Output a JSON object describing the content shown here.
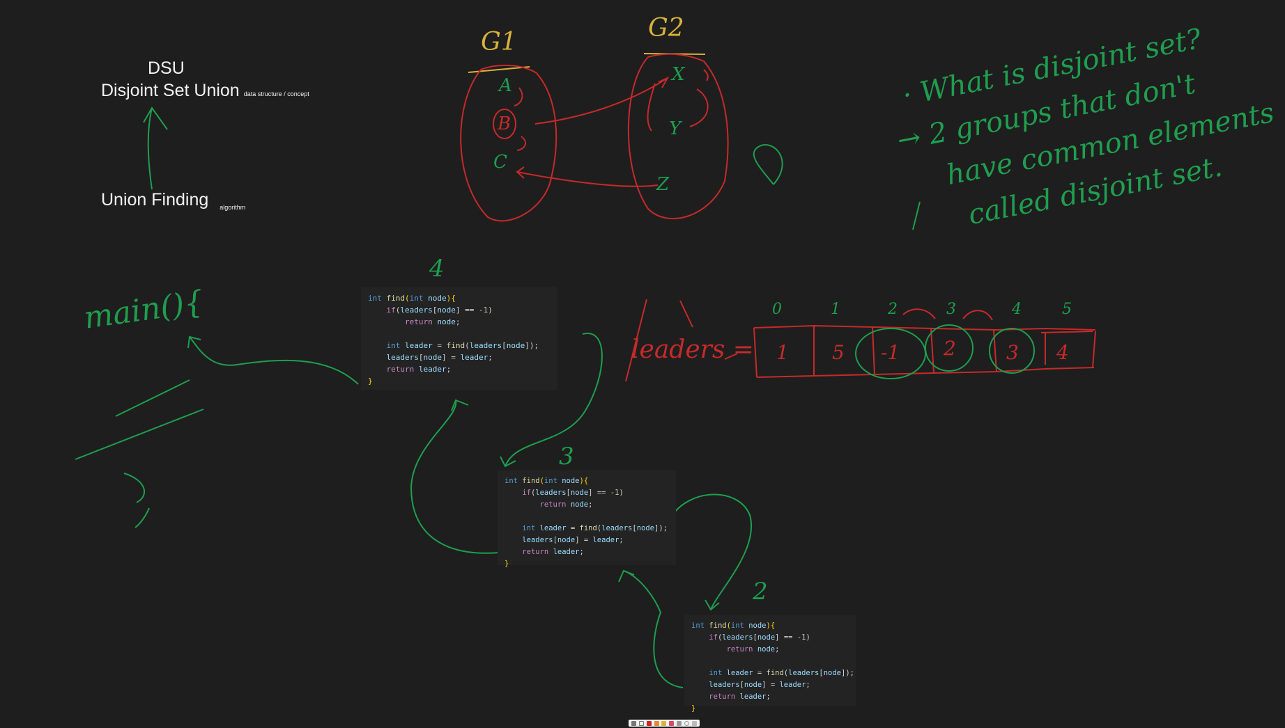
{
  "typed": {
    "dsu": "DSU",
    "dsu_full": "Disjoint Set Union",
    "dsu_note": "data structure / concept",
    "union_finding": "Union Finding",
    "union_note": "algorithm"
  },
  "sets": {
    "g1_label": "G1",
    "g2_label": "G2",
    "g1_members": [
      "A",
      "B",
      "C"
    ],
    "g2_members": [
      "X",
      "Y",
      "Z"
    ]
  },
  "note": {
    "lines": [
      "· What is disjoint set?",
      "→ 2 groups that don't",
      "have common elements",
      "called disjoint set."
    ]
  },
  "leaders": {
    "label": "leaders =",
    "indices": [
      "0",
      "1",
      "2",
      "3",
      "4",
      "5"
    ],
    "values": [
      "1",
      "5",
      "-1",
      "2",
      "3",
      "4"
    ]
  },
  "main_label": "main(){",
  "code_blocks": [
    {
      "step": "4"
    },
    {
      "step": "3"
    },
    {
      "step": "2"
    }
  ],
  "code": {
    "l1": [
      "int",
      "find",
      "(",
      "int",
      "node",
      "){"
    ],
    "l2": [
      "if",
      "(",
      "leaders",
      "[",
      "node",
      "] == ",
      "-1",
      ")"
    ],
    "l3": [
      "return",
      "node",
      ";"
    ],
    "l5": [
      "int",
      "leader",
      " = ",
      "find",
      "(",
      "leaders",
      "[",
      "node",
      "]);"
    ],
    "l6": [
      "leaders",
      "[",
      "node",
      "] = ",
      "leader",
      ";"
    ],
    "l7": [
      "return",
      "leader",
      ";"
    ],
    "l8": "}"
  },
  "colors": {
    "background": "#1e1e1e",
    "green_ink": "#1f9e4f",
    "red_ink": "#c62a2a",
    "yellow_ink": "#d9b23a",
    "text": "#f2f2f2"
  },
  "toolbar": {
    "tools": [
      "select-icon",
      "hand-icon",
      "pen-icon",
      "eraser-icon",
      "highlighter-icon",
      "shape-icon",
      "text-icon",
      "lasso-icon",
      "more-icon"
    ]
  }
}
